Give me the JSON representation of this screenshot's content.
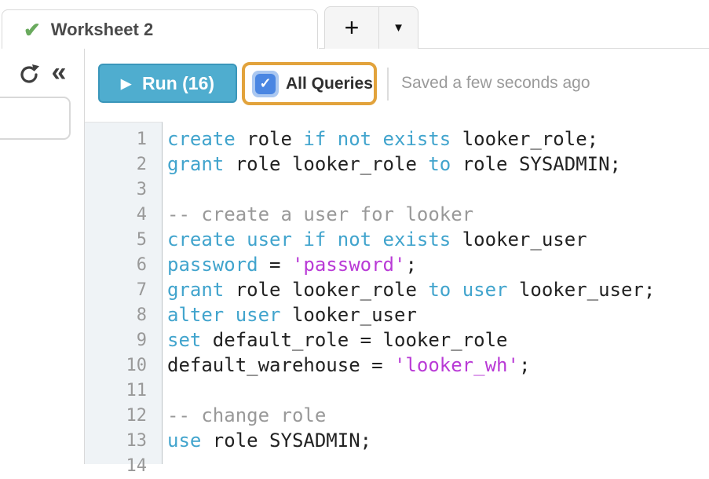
{
  "tabbar": {
    "active_tab": {
      "label": "Worksheet 2",
      "check_glyph": "✔",
      "status": "success"
    },
    "new_tab_label": "+",
    "tab_dropdown_glyph": "▼"
  },
  "sidebar": {
    "refresh_icon": "refresh-arrow",
    "collapse_glyph": "«"
  },
  "toolbar": {
    "run_button": {
      "label": "Run (16)",
      "play_glyph": "▶"
    },
    "all_queries": {
      "label": "All Queries",
      "checked": true,
      "check_glyph": "✓"
    },
    "saved_status": "Saved a few seconds ago"
  },
  "colors": {
    "run_button_bg": "#4FADCF",
    "run_button_border": "#3A96BA",
    "keyword": "#41A4CD",
    "string": "#B93AD6",
    "comment": "#999999",
    "code_text": "#222222",
    "annotation_orange": "#E2A33C",
    "checkbox_blue": "#4A86E2",
    "tab_check_green": "#6AAA5E"
  },
  "editor": {
    "lines": [
      {
        "n": 1,
        "segments": [
          [
            "kw",
            "create"
          ],
          [
            "txt",
            " role "
          ],
          [
            "kw",
            "if not exists"
          ],
          [
            "txt",
            " looker_role;"
          ]
        ]
      },
      {
        "n": 2,
        "segments": [
          [
            "kw",
            "grant"
          ],
          [
            "txt",
            " role looker_role "
          ],
          [
            "kw",
            "to"
          ],
          [
            "txt",
            " role SYSADMIN;"
          ]
        ]
      },
      {
        "n": 3,
        "segments": []
      },
      {
        "n": 4,
        "segments": [
          [
            "com",
            "-- create a user for looker"
          ]
        ]
      },
      {
        "n": 5,
        "segments": [
          [
            "kw",
            "create user if not exists"
          ],
          [
            "txt",
            " looker_user"
          ]
        ]
      },
      {
        "n": 6,
        "segments": [
          [
            "kw",
            "password"
          ],
          [
            "txt",
            " = "
          ],
          [
            "str",
            "'password'"
          ],
          [
            "txt",
            ";"
          ]
        ]
      },
      {
        "n": 7,
        "segments": [
          [
            "kw",
            "grant"
          ],
          [
            "txt",
            " role looker_role "
          ],
          [
            "kw",
            "to user"
          ],
          [
            "txt",
            " looker_user;"
          ]
        ]
      },
      {
        "n": 8,
        "segments": [
          [
            "kw",
            "alter user"
          ],
          [
            "txt",
            " looker_user"
          ]
        ]
      },
      {
        "n": 9,
        "segments": [
          [
            "kw",
            "set"
          ],
          [
            "txt",
            " default_role = looker_role"
          ]
        ]
      },
      {
        "n": 10,
        "segments": [
          [
            "txt",
            "default_warehouse = "
          ],
          [
            "str",
            "'looker_wh'"
          ],
          [
            "txt",
            ";"
          ]
        ]
      },
      {
        "n": 11,
        "segments": []
      },
      {
        "n": 12,
        "segments": [
          [
            "com",
            "-- change role"
          ]
        ]
      },
      {
        "n": 13,
        "segments": [
          [
            "kw",
            "use"
          ],
          [
            "txt",
            " role SYSADMIN;"
          ]
        ]
      },
      {
        "n": 14,
        "segments": []
      }
    ]
  }
}
